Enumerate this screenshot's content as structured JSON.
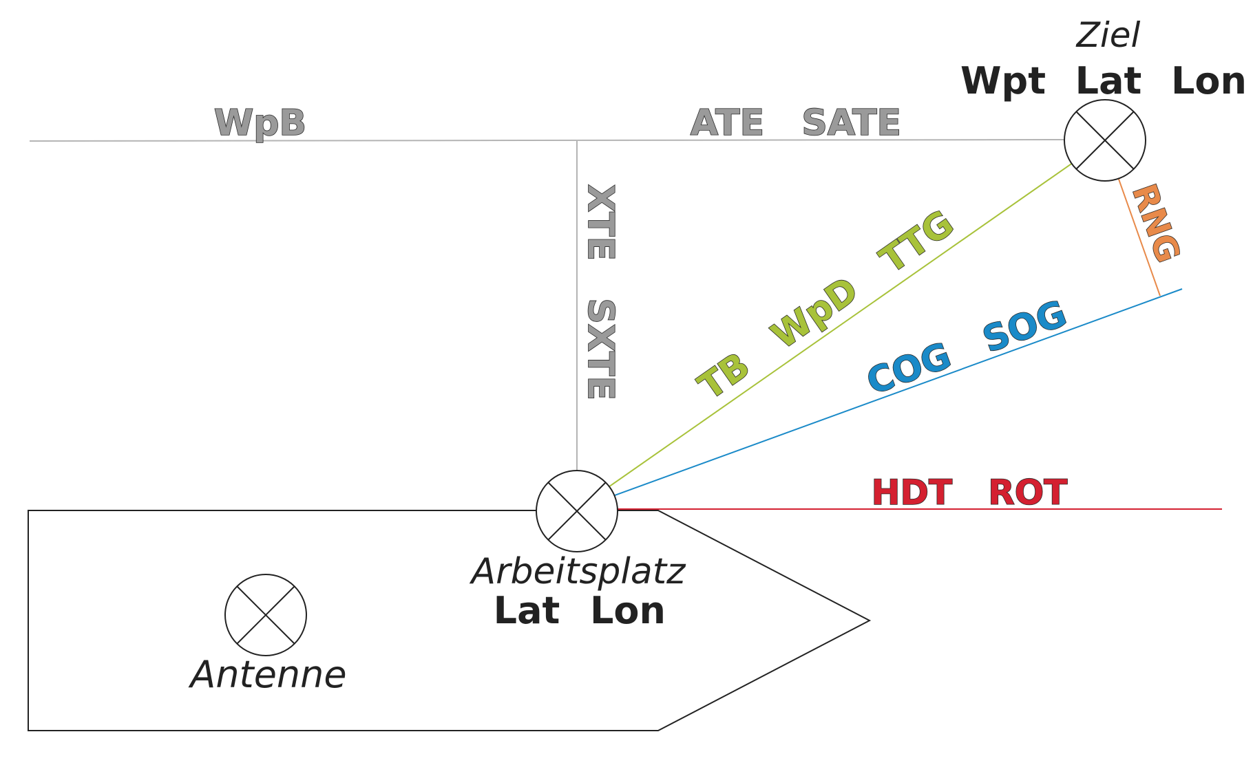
{
  "labels": {
    "wpb": "WpB",
    "ate_sate": "ATE   SATE",
    "xte_sxte": "XTE   SXTE",
    "tb_wpd_ttg": "TB   WpD   TTG",
    "cog_sog": "COG   SOG",
    "rng": "RNG",
    "hdt_rot": "HDT   ROT"
  },
  "target": {
    "title": "Ziel",
    "wpt": "Wpt",
    "lat": "Lat",
    "lon": "Lon"
  },
  "workstation": {
    "title": "Arbeitsplatz",
    "lat": "Lat",
    "lon": "Lon"
  },
  "antenna": {
    "title": "Antenne"
  },
  "colors": {
    "grey_lines": "#b4b4b4",
    "grey_text": "#9a9a9a",
    "green": "#a8c23a",
    "blue": "#1a8ac8",
    "orange": "#e88a4a",
    "red": "#d42030",
    "black": "#222222"
  }
}
